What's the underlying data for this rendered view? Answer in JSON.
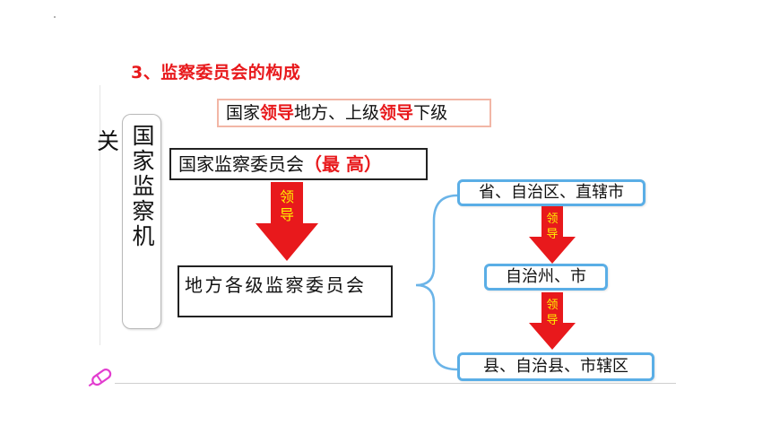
{
  "title": "3、监察委员会的构成",
  "rule": {
    "part1": "国家",
    "lead1": "领导",
    "part2": "地方、上级",
    "lead2": "领导",
    "part3": "下级"
  },
  "side_label": "关",
  "vertical_label": "国家监察机",
  "top_box": {
    "main": "国家监察委员会",
    "emph": "（最 高）"
  },
  "lead_label": "领导",
  "middle_box": "地方各级监察委员会",
  "right_boxes": [
    "省、自治区、直辖市",
    "自治州、市",
    "县、自治县、市辖区"
  ],
  "small_lead_label": "领导",
  "colors": {
    "red": "#e8191c",
    "arrow_yellow": "#fff200",
    "box_blue": "#5aaee6",
    "brace_blue": "#6bb4e8"
  },
  "icons": {
    "pencil": "pencil-icon"
  }
}
